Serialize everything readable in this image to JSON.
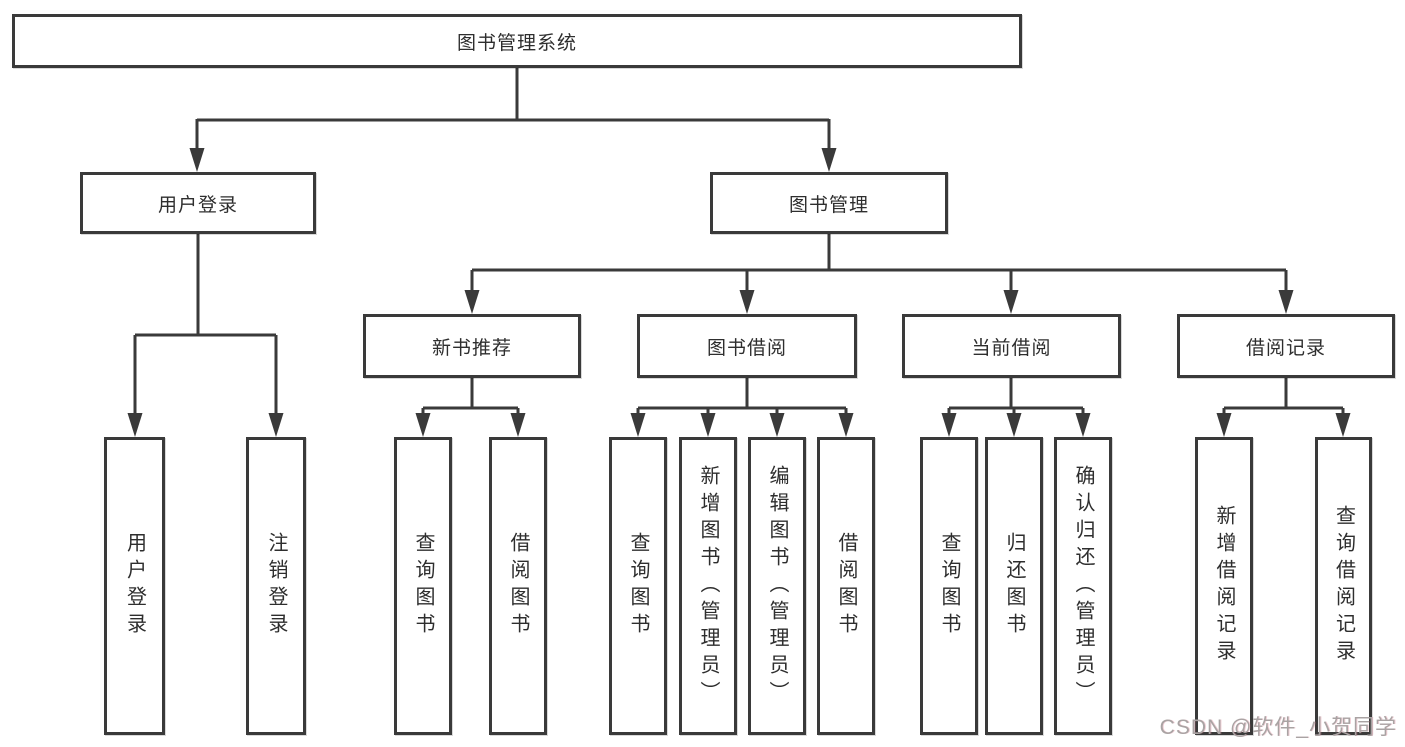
{
  "diagram": {
    "root": {
      "label": "图书管理系统"
    },
    "level2": [
      {
        "label": "用户登录"
      },
      {
        "label": "图书管理"
      }
    ],
    "level3": [
      {
        "label": "新书推荐"
      },
      {
        "label": "图书借阅"
      },
      {
        "label": "当前借阅"
      },
      {
        "label": "借阅记录"
      }
    ],
    "leaves": [
      {
        "label": "用户登录"
      },
      {
        "label": "注销登录"
      },
      {
        "label": "查询图书"
      },
      {
        "label": "借阅图书"
      },
      {
        "label": "查询图书"
      },
      {
        "label": "新增图书（管理员）"
      },
      {
        "label": "编辑图书（管理员）"
      },
      {
        "label": "借阅图书"
      },
      {
        "label": "查询图书"
      },
      {
        "label": "归还图书"
      },
      {
        "label": "确认归还（管理员）"
      },
      {
        "label": "新增借阅记录"
      },
      {
        "label": "查询借阅记录"
      }
    ]
  },
  "watermark": {
    "text": "CSDN @软件_小贺同学"
  },
  "colors": {
    "line": "#3a3a3a",
    "box_border": "#3a3a3a",
    "text": "#2e2e2e",
    "watermark": "#a9a3a3",
    "background": "#ffffff"
  }
}
